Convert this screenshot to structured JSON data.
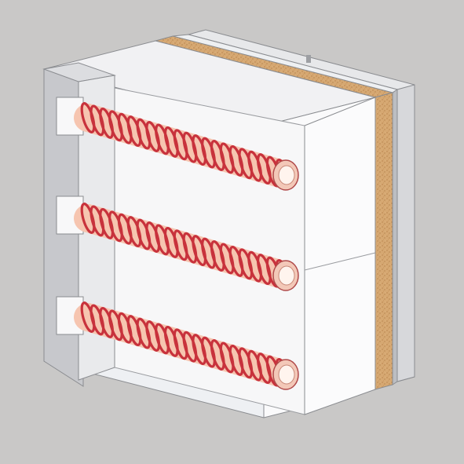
{
  "diagram": {
    "subject": "wall-section-with-embedded-heating-coils",
    "coil_count": 3,
    "colors": {
      "background": "#c9c8c7",
      "panel_white": "#f4f4f5",
      "panel_shadow": "#d9dadd",
      "frame_grey": "#c2c3c6",
      "cork": "#d4a56f",
      "coil_red": "#c8323c",
      "pipe_pink": "#f6c5b0",
      "outline": "#8a8c90"
    },
    "layers": [
      "heating-panel",
      "cork-insulation",
      "metal-sheet",
      "outer-board"
    ]
  }
}
